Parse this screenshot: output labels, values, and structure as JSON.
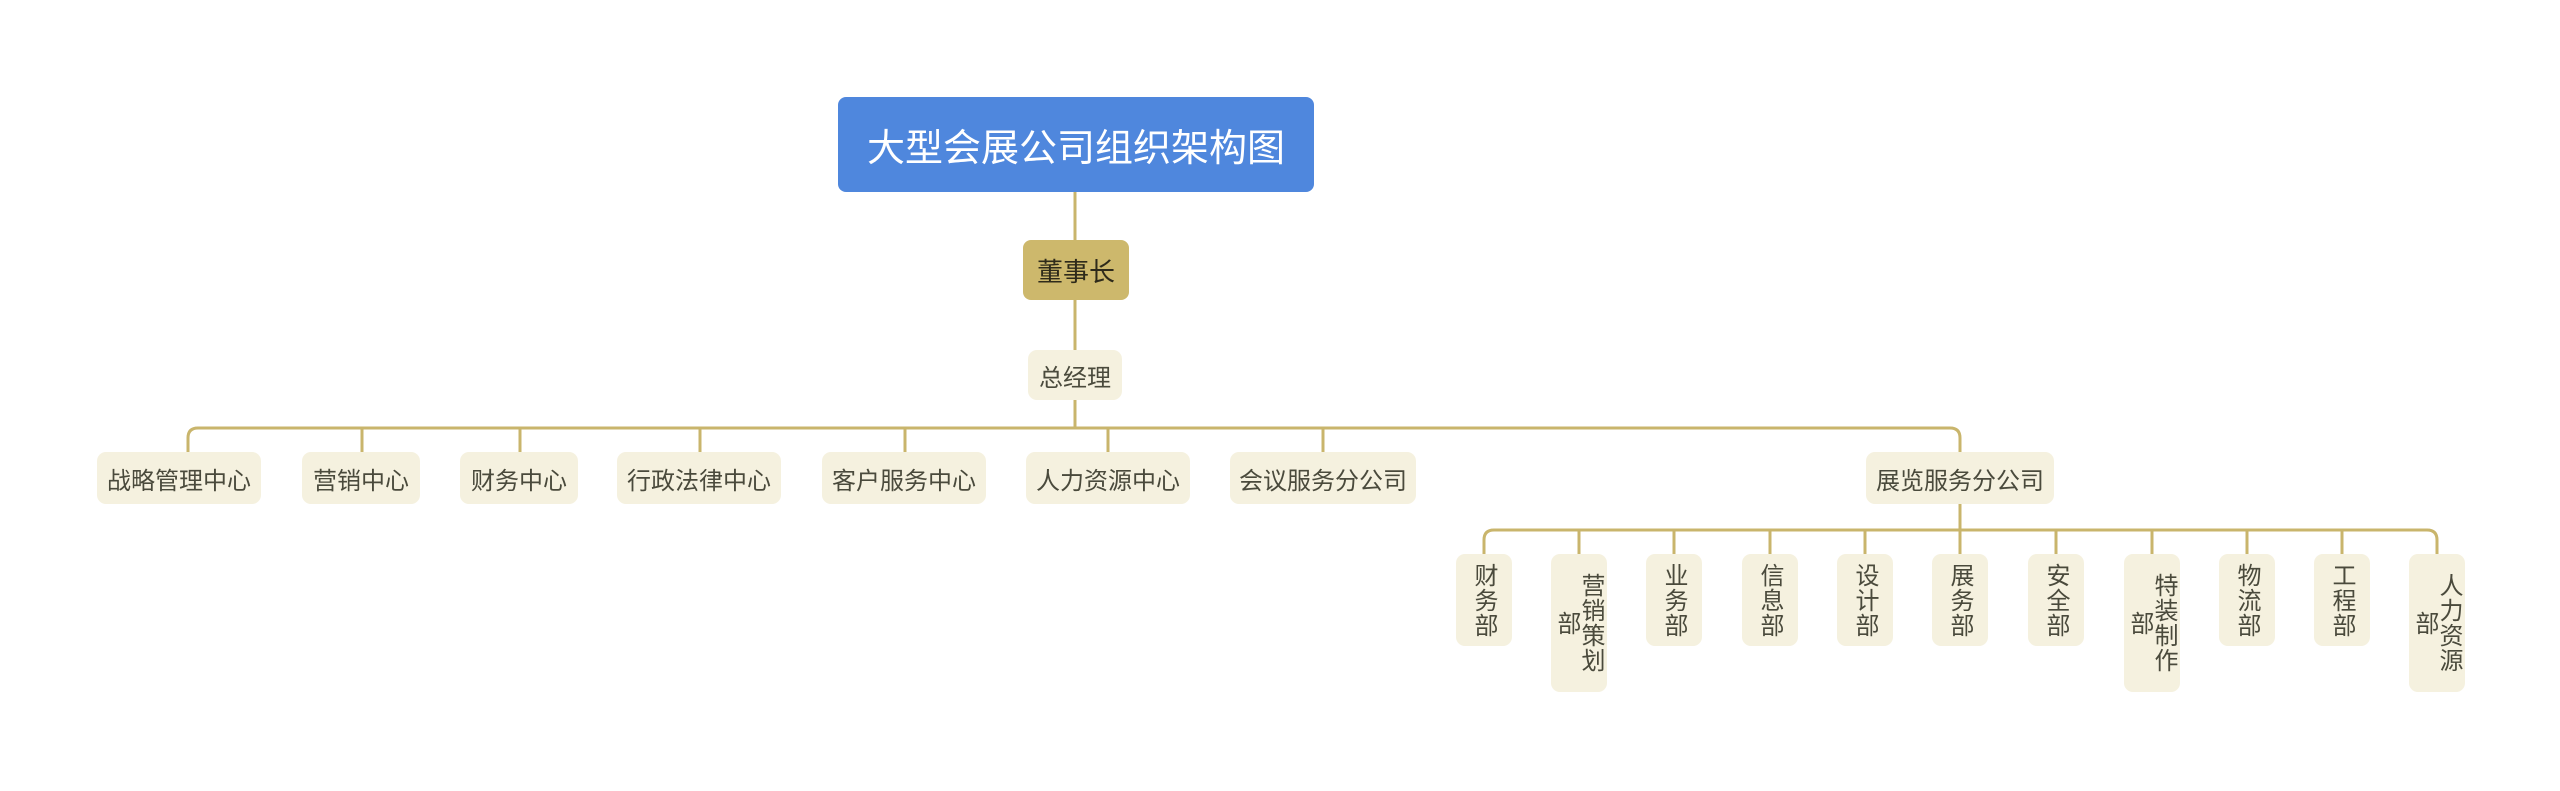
{
  "colors": {
    "line": "#c9b56c",
    "root_bg": "#4f87dd",
    "chair_bg": "#cdb86c",
    "leaf_bg": "#f5f1df"
  },
  "title": "大型会展公司组织架构图",
  "chairman": "董事长",
  "general_manager": "总经理",
  "centers": [
    "战略管理中心",
    "营销中心",
    "财务中心",
    "行政法律中心",
    "客户服务中心",
    "人力资源中心",
    "会议服务分公司",
    "展览服务分公司"
  ],
  "exhibition_departments": [
    "财务部",
    "营销策划部",
    "业务部",
    "信息部",
    "设计部",
    "展务部",
    "安全部",
    "特装制作部",
    "物流部",
    "工程部",
    "人力资源部"
  ]
}
